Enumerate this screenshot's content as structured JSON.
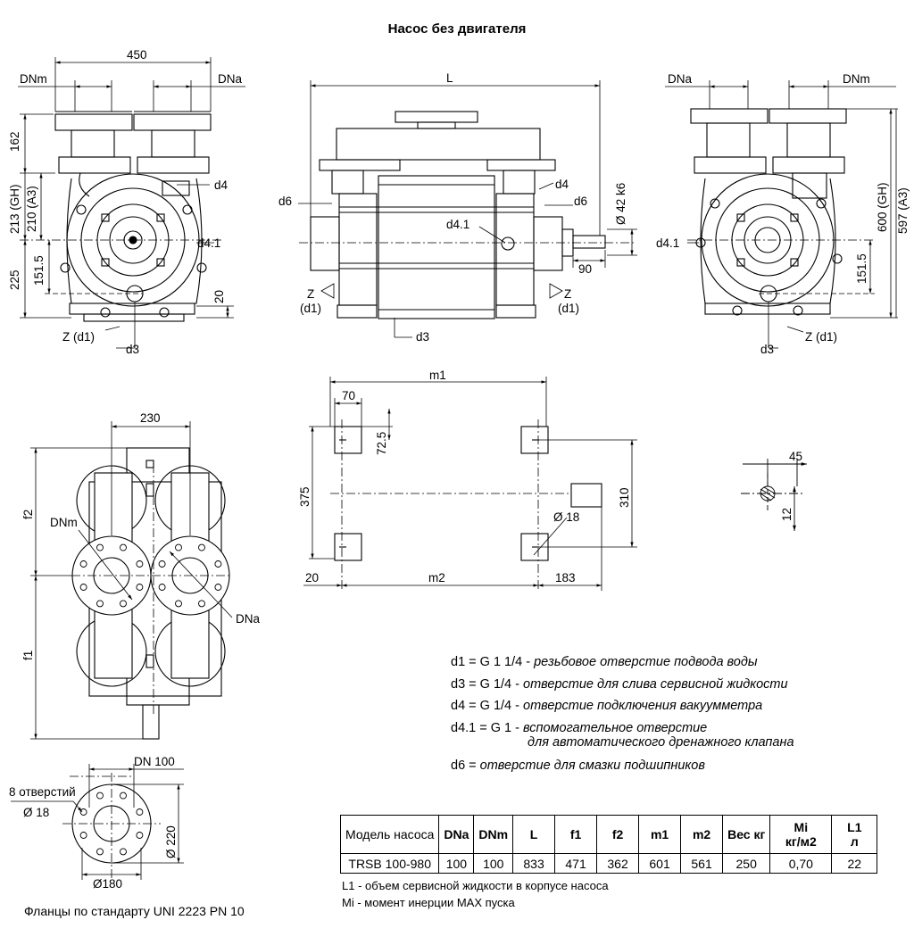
{
  "title": "Насос без двигателя",
  "views": {
    "left": {
      "dim_450": "450",
      "dnm": "DNm",
      "dna": "DNa",
      "d162": "162",
      "d213": "213 (GH)",
      "d210": "210 (A3)",
      "d225": "225",
      "d1515": "151.5",
      "d20": "20",
      "d4": "d4",
      "d41": "d4.1",
      "zd1": "Z (d1)",
      "d3": "d3"
    },
    "center": {
      "L": "L",
      "d6": "d6",
      "d4": "d4",
      "d41": "d4.1",
      "shaft": "Ø 42 k6",
      "d90": "90",
      "z": "Z",
      "d1": "(d1)",
      "d3": "d3"
    },
    "right": {
      "dna": "DNa",
      "dnm": "DNm",
      "d600": "600 (GH)",
      "d597": "597 (A3)",
      "d41": "d4.1",
      "d1515": "151.5",
      "zd1": "Z (d1)",
      "d3": "d3"
    },
    "plan": {
      "d230": "230",
      "f2": "f2",
      "f1": "f1",
      "dnm": "DNm",
      "dna": "DNa"
    },
    "base": {
      "m1": "m1",
      "m2": "m2",
      "d70": "70",
      "d725": "72.5",
      "d375": "375",
      "d310": "310",
      "d18": "Ø 18",
      "d20": "20",
      "d183": "183"
    },
    "slot": {
      "d45": "45",
      "d12": "12"
    },
    "flange": {
      "dn100": "DN 100",
      "holes": "8 отверстий",
      "d18": "Ø 18",
      "d220": "Ø 220",
      "d180": "Ø180"
    }
  },
  "notes": [
    {
      "code": "d1 = G 1 1/4 -",
      "desc": "резьбовое отверстие подвода воды"
    },
    {
      "code": "d3 = G 1/4 -",
      "desc": "отверстие для слива сервисной жидкости"
    },
    {
      "code": "d4 = G 1/4 -",
      "desc": "отверстие подключения вакуумметра"
    },
    {
      "code": "d4.1 = G 1 -",
      "desc": "вспомогательное отверстие",
      "desc2": "для автоматического дренажного клапана"
    },
    {
      "code": "d6 =",
      "desc": "отверстие для смазки подшипников"
    }
  ],
  "table": {
    "headers": [
      "Модель насоса",
      "DNa",
      "DNm",
      "L",
      "f1",
      "f2",
      "m1",
      "m2",
      "Вес кг",
      "Mi кг/м2",
      "L1 л"
    ],
    "rows": [
      [
        "TRSB 100-980",
        "100",
        "100",
        "833",
        "471",
        "362",
        "601",
        "561",
        "250",
        "0,70",
        "22"
      ]
    ]
  },
  "footnotes": [
    "L1 - объем сервисной жидкости в корпусе насоса",
    "Mi - момент инерции MAX пуска"
  ],
  "flange_standard": "Фланцы по стандарту UNI 2223 PN 10"
}
